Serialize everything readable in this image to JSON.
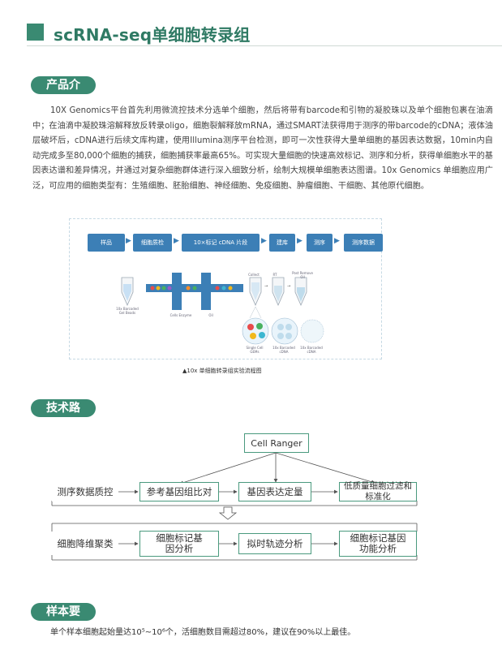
{
  "header": {
    "title": "scRNA-seq单细胞转录组"
  },
  "sections": {
    "intro": "产品介绍",
    "route": "技术路线",
    "sample": "样本要求"
  },
  "intro_text": "10X Genomics平台首先利用微流控技术分选单个细胞，然后将带有barcode和引物的凝胶珠以及单个细胞包裹在油滴中；在油滴中凝胶珠溶解释放反转录oligo，细胞裂解释放mRNA，通过SMART法获得用于测序的带barcode的cDNA；液体油层破坏后，cDNA进行后续文库构建，使用Illumina测序平台检测，即可一次性获得大量单细胞的基因表达数据，10min内自动完成多至80,000个细胞的捕获，细胞捕获率最高65%。可实现大量细胞的快速高效标记、测序和分析，获得单细胞水平的基因表达谱和差异情况，并通过对复杂细胞群体进行深入细致分析，绘制大规模单细胞表达图谱。10x Genomics 单细胞应用广泛，可应用的细胞类型有：生殖细胞、胚胎细胞、神经细胞、免疫细胞、肿瘤细胞、干细胞、其他原代细胞。",
  "figure": {
    "flow": [
      "样品",
      "细胞质检",
      "10×标记 cDNA 片段",
      "建库",
      "测序",
      "测序数据"
    ],
    "labels": {
      "beads": "10x Barcoded Gel Beads",
      "cells": "Cells Enzyme",
      "oil": "Oil",
      "collect": "Collect",
      "rt": "RT",
      "post": "Post Remove Oil",
      "single": "Single Cell GEMs",
      "cdna1": "10x Barcoded cDNA",
      "cdna2": "10x Barcoded cDNA"
    },
    "caption": "▲10x 单细胞转录组实验流程图"
  },
  "route": {
    "top": "Cell Ranger",
    "row1": [
      "测序数据质控",
      "参考基因组比对",
      "基因表达定量",
      "低质量细胞过滤和标准化"
    ],
    "row2": [
      "细胞降维聚类",
      "细胞标记基因分析",
      "拟时轨迹分析",
      "细胞标记基因功能分析"
    ]
  },
  "sample_text": "单个样本细胞起始量达10⁵~10⁶个，活细胞数目需超过80%，建议在90%以上最佳。",
  "colors": {
    "accent": "#3a8a72",
    "flow_blue": "#3c7fb6"
  }
}
